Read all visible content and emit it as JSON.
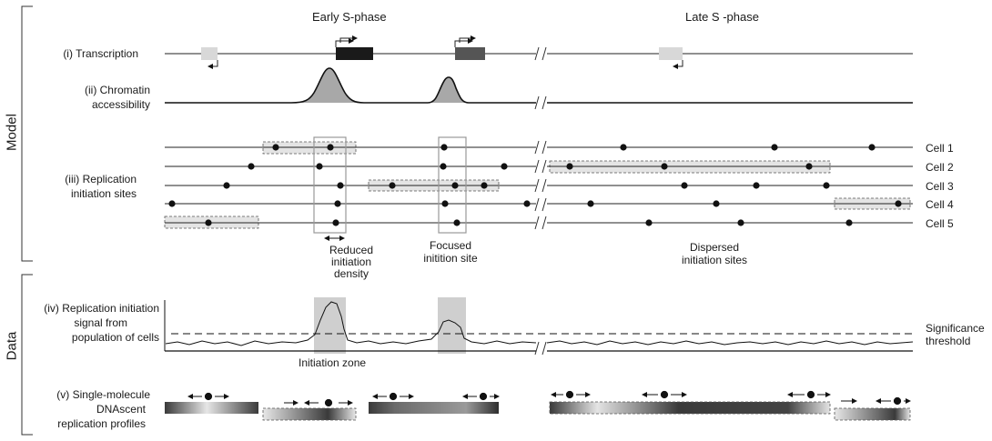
{
  "sections": {
    "model": "Model",
    "data": "Data"
  },
  "phases": {
    "early": "Early S-phase",
    "late": "Late S -phase"
  },
  "rows": {
    "transcription": "(i) Transcription",
    "chromatin_1": "(ii) Chromatin",
    "chromatin_2": "accessibility",
    "replication_1": "(iii) Replication",
    "replication_2": "initiation sites",
    "signal_1": "(iv) Replication initiation",
    "signal_2": "signal from",
    "signal_3": "population of cells",
    "single_1": "(v) Single-molecule",
    "single_2": "DNAscent",
    "single_3": "replication profiles"
  },
  "cells": [
    "Cell 1",
    "Cell 2",
    "Cell 3",
    "Cell 4",
    "Cell 5"
  ],
  "annotations": {
    "reduced_1": "Reduced",
    "reduced_2": "initiation",
    "reduced_3": "density",
    "focused_1": "Focused",
    "focused_2": "initition site",
    "dispersed_1": "Dispersed",
    "dispersed_2": "initiation sites",
    "initiation_zone": "Initiation zone",
    "significance_1": "Significance",
    "significance_2": "threshold"
  }
}
